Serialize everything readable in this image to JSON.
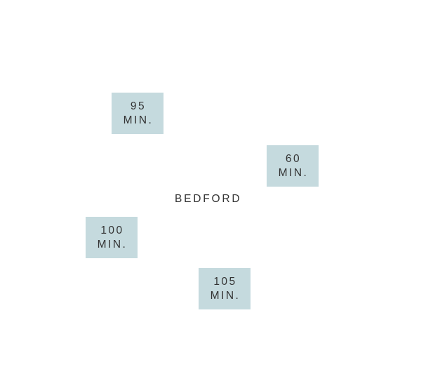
{
  "center": {
    "label": "BEDFORD"
  },
  "colors": {
    "box_fill": "#c5dade",
    "text": "#333333",
    "background": "#ffffff"
  },
  "boxes": [
    {
      "value": "95",
      "unit": "MIN."
    },
    {
      "value": "60",
      "unit": "MIN."
    },
    {
      "value": "100",
      "unit": "MIN."
    },
    {
      "value": "105",
      "unit": "MIN."
    }
  ]
}
